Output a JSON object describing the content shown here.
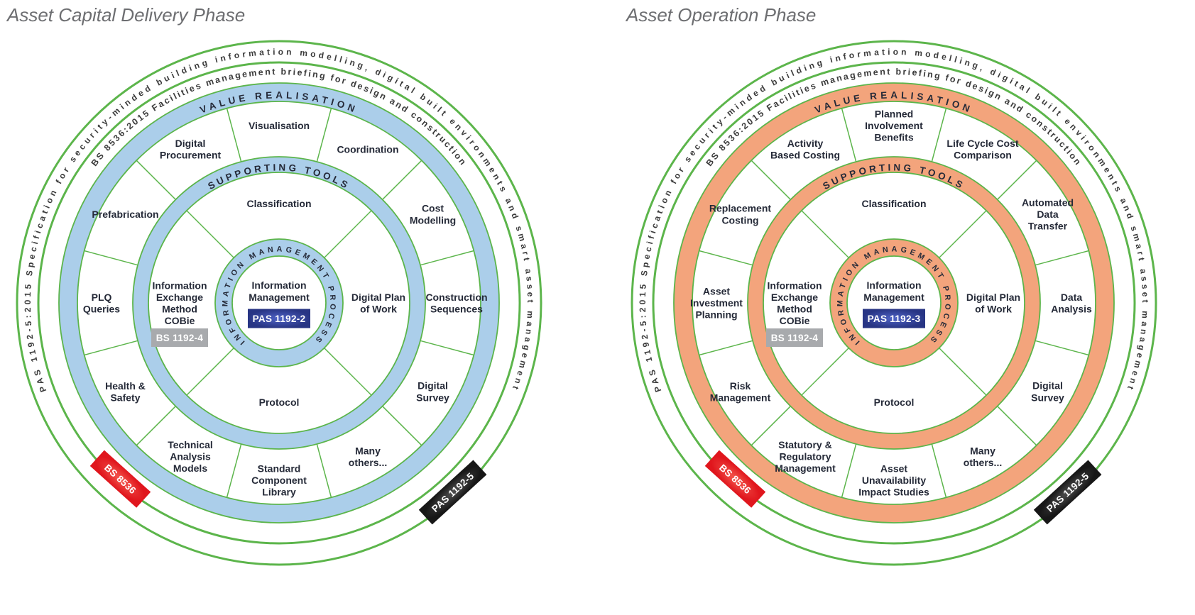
{
  "colors": {
    "green": "#5cb54b",
    "label": "#252a38",
    "ring_text": "#3b3b3b",
    "title": "#6d6e71",
    "badge_text": "#ffffff",
    "gray_badge": "#a8aaad",
    "blue_badge": [
      "#4f63c6",
      "#283584"
    ],
    "red_badge": [
      "#f4584e",
      "#e0161d"
    ],
    "black_badge": [
      "#4e4e4e",
      "#171717"
    ]
  },
  "diagrams": [
    {
      "title": "Asset Capital Delivery Phase",
      "band_color": "#abceea",
      "ring_texts": {
        "standards": "PAS 1192-5:2015 Specification for security-minded building information modelling, digital built environments and smart asset management",
        "briefing": "BS 8536:2015 Facilities management briefing for design and construction",
        "value": "VALUE REALISATION",
        "tools": "SUPPORTING TOOLS",
        "process": "INFORMATION MANAGEMENT PROCESS"
      },
      "outer_segments": [
        {
          "angle": 0,
          "lines": [
            "Visualisation"
          ]
        },
        {
          "angle": 30,
          "lines": [
            "Coordination"
          ]
        },
        {
          "angle": 60,
          "lines": [
            "Cost",
            "Modelling"
          ]
        },
        {
          "angle": 90,
          "lines": [
            "Construction",
            "Sequences"
          ]
        },
        {
          "angle": 120,
          "lines": [
            "Digital",
            "Survey"
          ]
        },
        {
          "angle": 150,
          "lines": [
            "Many",
            "others..."
          ]
        },
        {
          "angle": 180,
          "lines": [
            "Standard",
            "Component",
            "Library"
          ]
        },
        {
          "angle": 210,
          "lines": [
            "Technical",
            "Analysis",
            "Models"
          ]
        },
        {
          "angle": 240,
          "lines": [
            "Health &",
            "Safety"
          ]
        },
        {
          "angle": 270,
          "lines": [
            "PLQ",
            "Queries"
          ]
        },
        {
          "angle": 300,
          "lines": [
            "Prefabrication"
          ]
        },
        {
          "angle": 330,
          "lines": [
            "Digital",
            "Procurement"
          ]
        }
      ],
      "inner_segments": [
        {
          "angle": 0,
          "lines": [
            "Classification"
          ]
        },
        {
          "angle": 90,
          "lines": [
            "Digital Plan",
            "of Work"
          ]
        },
        {
          "angle": 180,
          "lines": [
            "Protocol"
          ]
        },
        {
          "angle": 270,
          "lines": [
            "Information",
            "Exchange",
            "Method",
            "COBie"
          ],
          "badge": "BS 1192-4"
        }
      ],
      "center": {
        "lines": [
          "Information",
          "Management"
        ],
        "badge": "PAS 1192-2"
      },
      "edge_badges": [
        {
          "label": "BS 8536",
          "style": "red",
          "angle": 222,
          "radius": 334
        },
        {
          "label": "PAS 1192-5",
          "style": "black",
          "angle": 137.5,
          "radius": 362
        }
      ]
    },
    {
      "title": "Asset Operation Phase",
      "band_color": "#f3a47c",
      "ring_texts": {
        "standards": "PAS 1192-5:2015 Specification for security-minded building information modelling, digital built environments and smart asset management",
        "briefing": "BS 8536:2015 Facilities management briefing for design and construction",
        "value": "VALUE REALISATION",
        "tools": "SUPPORTING TOOLS",
        "process": "INFORMATION MANAGEMENT PROCESS"
      },
      "outer_segments": [
        {
          "angle": 0,
          "lines": [
            "Planned",
            "Involvement",
            "Benefits"
          ]
        },
        {
          "angle": 30,
          "lines": [
            "Life Cycle Cost",
            "Comparison"
          ]
        },
        {
          "angle": 60,
          "lines": [
            "Automated",
            "Data",
            "Transfer"
          ]
        },
        {
          "angle": 90,
          "lines": [
            "Data",
            "Analysis"
          ]
        },
        {
          "angle": 120,
          "lines": [
            "Digital",
            "Survey"
          ]
        },
        {
          "angle": 150,
          "lines": [
            "Many",
            "others..."
          ]
        },
        {
          "angle": 180,
          "lines": [
            "Asset",
            "Unavailability",
            "Impact Studies"
          ]
        },
        {
          "angle": 210,
          "lines": [
            "Statutory &",
            "Regulatory",
            "Management"
          ]
        },
        {
          "angle": 240,
          "lines": [
            "Risk",
            "Management"
          ]
        },
        {
          "angle": 270,
          "lines": [
            "Asset",
            "Investment",
            "Planning"
          ]
        },
        {
          "angle": 300,
          "lines": [
            "Replacement",
            "Costing"
          ]
        },
        {
          "angle": 330,
          "lines": [
            "Activity",
            "Based Costing"
          ]
        }
      ],
      "inner_segments": [
        {
          "angle": 0,
          "lines": [
            "Classification"
          ]
        },
        {
          "angle": 90,
          "lines": [
            "Digital Plan",
            "of Work"
          ]
        },
        {
          "angle": 180,
          "lines": [
            "Protocol"
          ]
        },
        {
          "angle": 270,
          "lines": [
            "Information",
            "Exchange",
            "Method",
            "COBie"
          ],
          "badge": "BS 1192-4"
        }
      ],
      "center": {
        "lines": [
          "Information",
          "Management"
        ],
        "badge": "PAS 1192-3"
      },
      "edge_badges": [
        {
          "label": "BS 8536",
          "style": "red",
          "angle": 222,
          "radius": 334
        },
        {
          "label": "PAS 1192-5",
          "style": "black",
          "angle": 137.5,
          "radius": 362
        }
      ]
    }
  ]
}
